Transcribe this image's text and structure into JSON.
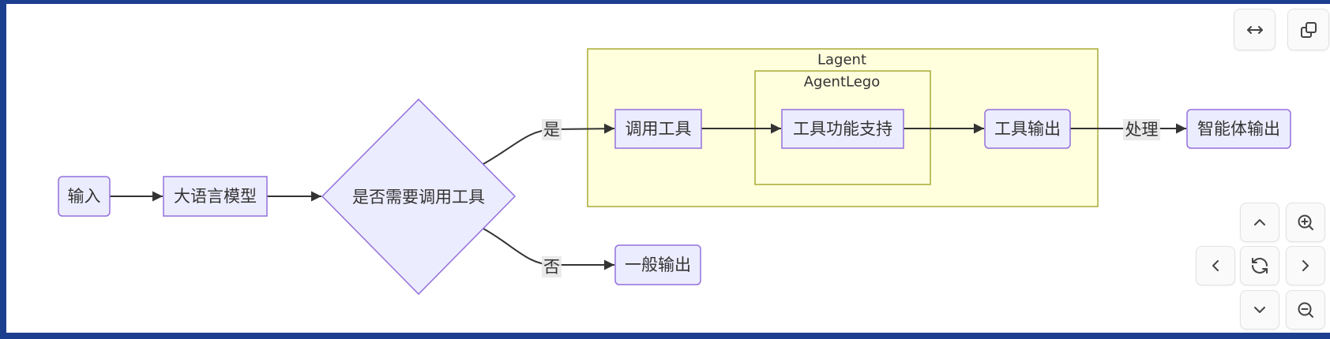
{
  "diagram": {
    "clusters": {
      "lagent": "Lagent",
      "agentlego": "AgentLego"
    },
    "nodes": {
      "input": "输入",
      "llm": "大语言模型",
      "decision": "是否需要调用工具",
      "call_tool": "调用工具",
      "tool_support": "工具功能支持",
      "tool_output": "工具输出",
      "agent_output": "智能体输出",
      "general_output": "一般输出"
    },
    "edge_labels": {
      "yes": "是",
      "no": "否",
      "process": "处理"
    }
  },
  "controls": {
    "toolbar": {
      "fit_width_icon": "horizontal-arrows-icon",
      "copy_icon": "copy-icon"
    },
    "navigation": {
      "up_icon": "chevron-up-icon",
      "down_icon": "chevron-down-icon",
      "left_icon": "chevron-left-icon",
      "right_icon": "chevron-right-icon",
      "reset_icon": "reset-icon",
      "zoom_in_icon": "zoom-in-icon",
      "zoom_out_icon": "zoom-out-icon"
    }
  },
  "colors": {
    "frame": "#1c3e8e",
    "node_fill": "#ececff",
    "node_stroke": "#9370db",
    "cluster_fill": "#ffffde",
    "cluster_stroke": "#aaaa33",
    "edge": "#333333",
    "edge_label_bg": "#e8e8e8"
  }
}
